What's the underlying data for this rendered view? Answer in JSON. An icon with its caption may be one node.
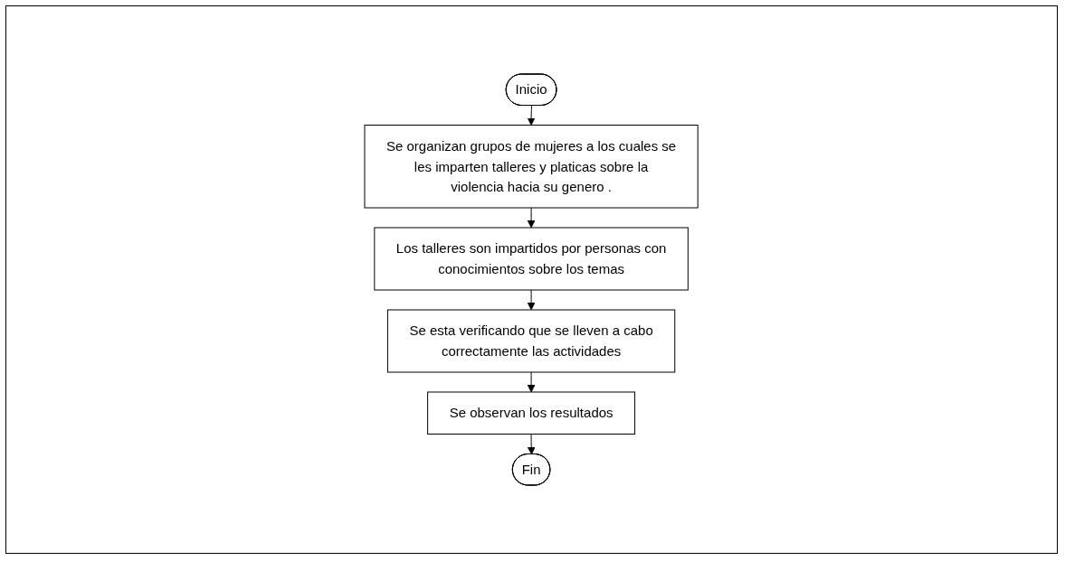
{
  "diagram": {
    "nodes": [
      {
        "text": [
          "Inicio"
        ]
      },
      {
        "text": [
          "Se organizan grupos de mujeres a los cuales se les imparten talleres y platicas sobre la violencia hacia su genero ."
        ]
      },
      {
        "text": [
          "Los talleres son impartidos por personas con conocimientos sobre los temas"
        ]
      },
      {
        "text": [
          "Se esta verificando que se lleven a cabo correctamente las actividades"
        ]
      },
      {
        "text": [
          "Se observan los resultados"
        ]
      },
      {
        "text": [
          "Fin"
        ]
      }
    ],
    "edges": [
      {
        "from": 0,
        "to": 1,
        "arrow": "to"
      },
      {
        "from": 1,
        "to": 2,
        "arrow": "to"
      },
      {
        "from": 2,
        "to": 3,
        "arrow": "to"
      },
      {
        "from": 3,
        "to": 4,
        "arrow": "to"
      },
      {
        "from": 4,
        "to": 5,
        "arrow": "to"
      }
    ]
  }
}
